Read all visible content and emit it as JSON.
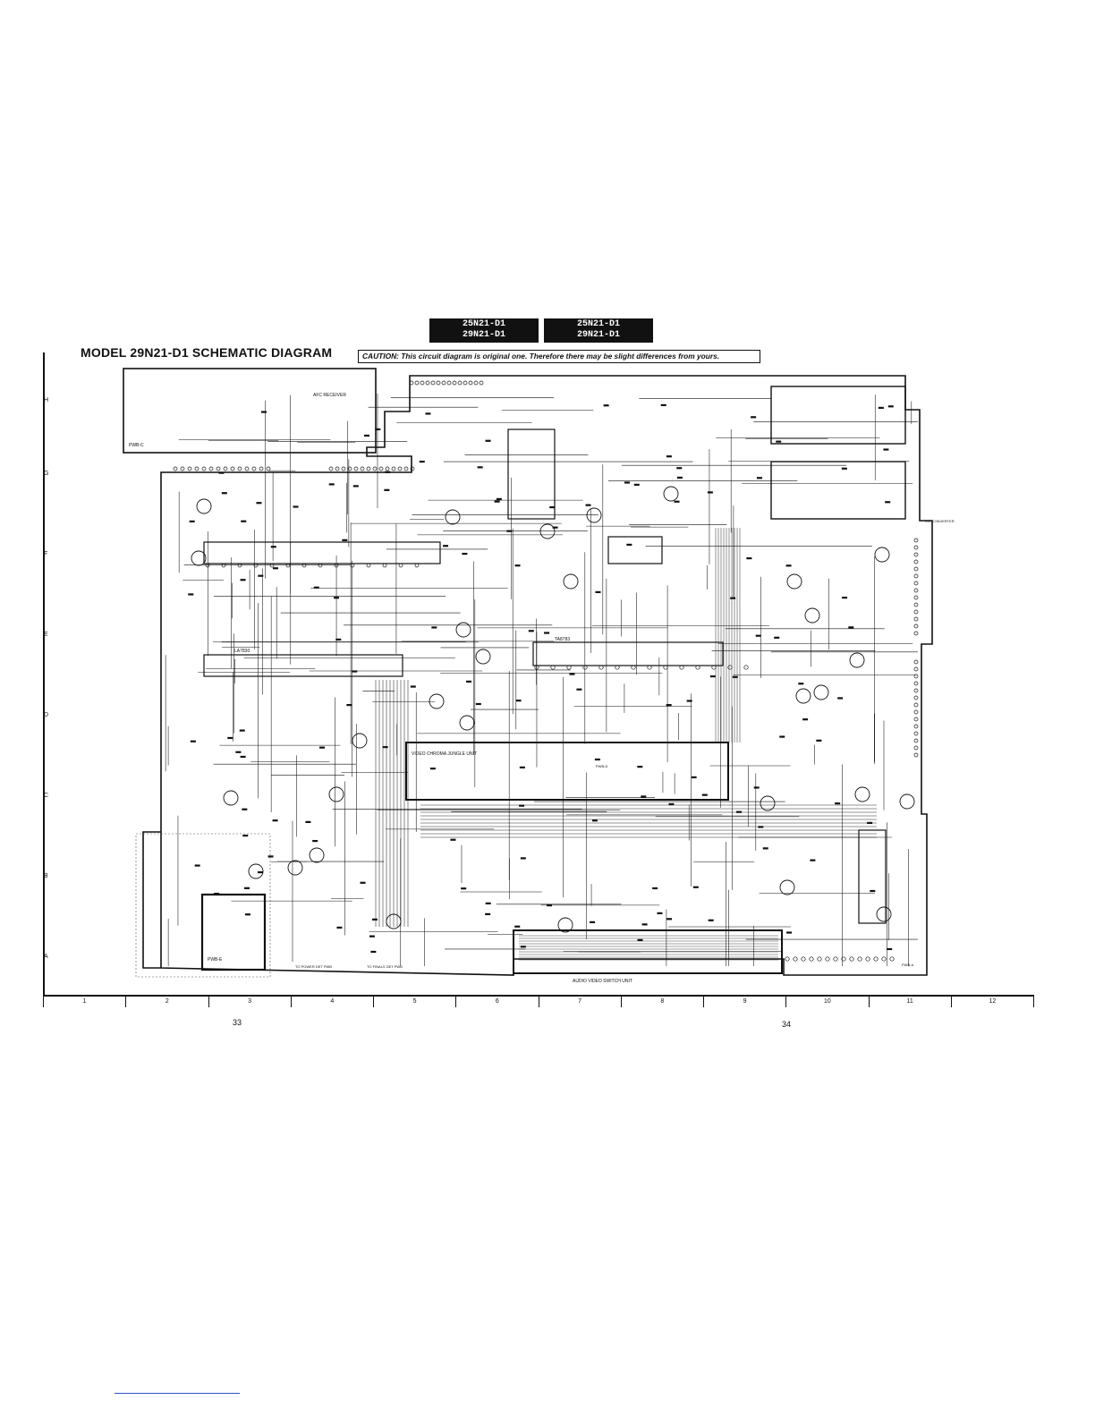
{
  "header": {
    "models_left": [
      "25N21-D1",
      "29N21-D1"
    ],
    "models_right": [
      "25N21-D1",
      "29N21-D1"
    ],
    "title": "MODEL 29N21-D1 SCHEMATIC DIAGRAM",
    "caution": "CAUTION: This circuit diagram is original one. Therefore there may be slight differences from yours."
  },
  "grid": {
    "rows": [
      "H",
      "G",
      "F",
      "E",
      "D",
      "C",
      "B",
      "A"
    ],
    "columns": [
      "1",
      "2",
      "3",
      "4",
      "5",
      "6",
      "7",
      "8",
      "9",
      "10",
      "11",
      "12"
    ]
  },
  "pages": {
    "left": "33",
    "right": "34"
  },
  "labels": {
    "afc_receiver": "AFC RECEIVER",
    "video_chroma_jungle": "VIDEO CHROMA JUNGLE UNIT",
    "audio_video_switch": "AUDIO VIDEO SWITCH UNIT",
    "ic_la7830": "LA7830",
    "ic_ta8783": "TA8783",
    "to_power_det": "TO POWER DET PWB",
    "to_finals_det": "TO FINALS DET PWB",
    "pwb_c": "PWB-C",
    "pwb_e": "PWB-E",
    "pwb_a": "PWB-A",
    "pwb_d": "PWB-D",
    "connector_note": "S.E CONVERTER"
  }
}
